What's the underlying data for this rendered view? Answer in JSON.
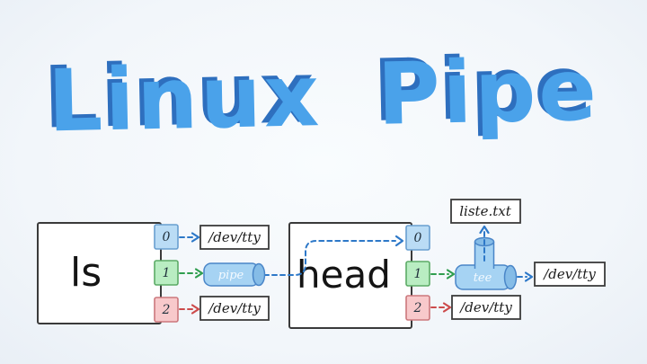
{
  "title": "Linux Pipe",
  "colors": {
    "background": "#f2f6fa",
    "title_blue": "#4aa2ea",
    "title_shadow_blue": "#2e6fbe",
    "fd_stdin_fill": "#badcf5",
    "fd_stdin_stroke": "#699fd0",
    "fd_stdout_fill": "#b9edc2",
    "fd_stdout_stroke": "#5cab66",
    "fd_stderr_fill": "#f8c9cb",
    "fd_stderr_stroke": "#cc787d",
    "cylinder_fill": "#a6d3f3",
    "cylinder_stroke": "#4a86c8",
    "arrow_blue": "#2d78c8",
    "arrow_green": "#2f9e4e",
    "arrow_red": "#cc4b4b"
  },
  "diagram": {
    "ls": {
      "label": "ls",
      "fds": [
        "0",
        "1",
        "2"
      ],
      "stdin_target": "/dev/tty",
      "stderr_target": "/dev/tty"
    },
    "pipe": {
      "label": "pipe"
    },
    "head": {
      "label": "head",
      "fds": [
        "0",
        "1",
        "2"
      ],
      "stderr_target": "/dev/tty"
    },
    "tee": {
      "label": "tee",
      "file_output": "liste.txt",
      "stdout_target": "/dev/tty"
    }
  }
}
